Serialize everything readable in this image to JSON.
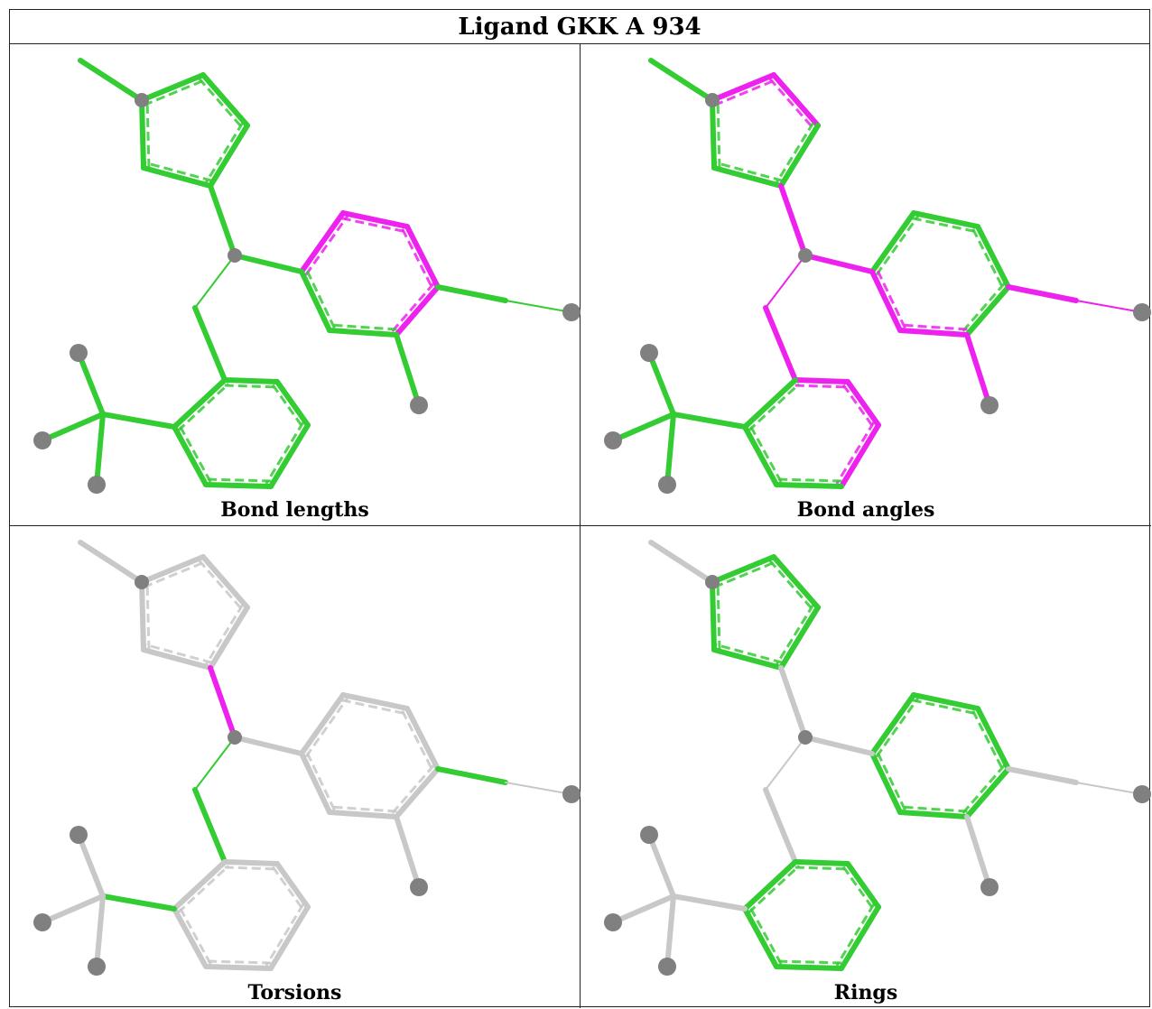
{
  "title": "Ligand GKK A 934",
  "colors": {
    "ok": "#33cc33",
    "outlier": "#ee22ee",
    "neutral": "#c8c8c8",
    "atom": "#808080"
  },
  "panels": [
    {
      "caption": "Bond lengths",
      "highlight": [
        6,
        7,
        8,
        9
      ]
    },
    {
      "caption": "Bond angles",
      "highlight": [
        1,
        2,
        10,
        11,
        12,
        13,
        14,
        15,
        16,
        17,
        18,
        19,
        20,
        21
      ]
    },
    {
      "caption": "Torsions",
      "highlight": []
    },
    {
      "caption": "Rings",
      "highlight": []
    }
  ]
}
